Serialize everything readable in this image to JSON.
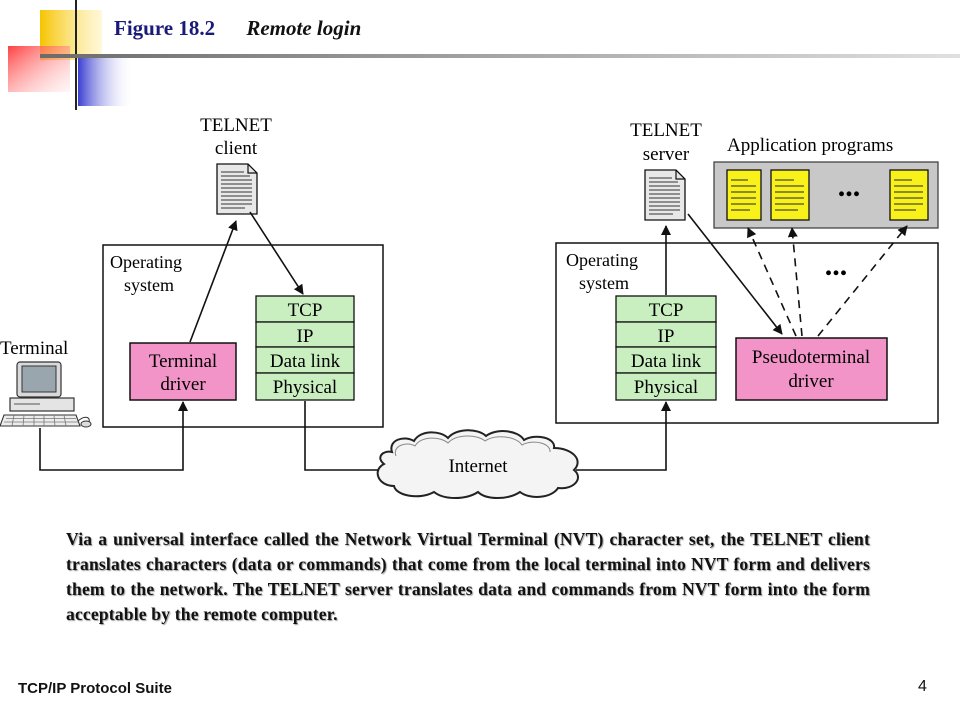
{
  "title": {
    "figure_number": "Figure 18.2",
    "figure_name": "Remote login"
  },
  "diagram": {
    "telnet_client": [
      "TELNET",
      "client"
    ],
    "telnet_server": [
      "TELNET",
      "server"
    ],
    "application_programs": "Application programs",
    "ellipsis": "...",
    "operating_system": [
      "Operating",
      "system"
    ],
    "terminal": "Terminal",
    "terminal_driver": [
      "Terminal",
      "driver"
    ],
    "pseudoterminal_driver": [
      "Pseudoterminal",
      "driver"
    ],
    "stack_layers": [
      "TCP",
      "IP",
      "Data link",
      "Physical"
    ],
    "internet": "Internet",
    "colors": {
      "driver_fill": "#f294c8",
      "stack_fill": "#c9eec0",
      "app_fill": "#f8f21a",
      "app_panel": "#c8c8c8"
    }
  },
  "caption": "Via a universal interface called the Network Virtual Terminal (NVT) character set, the TELNET client translates characters (data or commands) that come from the local terminal into NVT form and delivers them to the network. The TELNET server translates data and commands from NVT form into the form acceptable by the remote computer.",
  "footer": {
    "left": "TCP/IP Protocol Suite",
    "page_number": "4"
  }
}
